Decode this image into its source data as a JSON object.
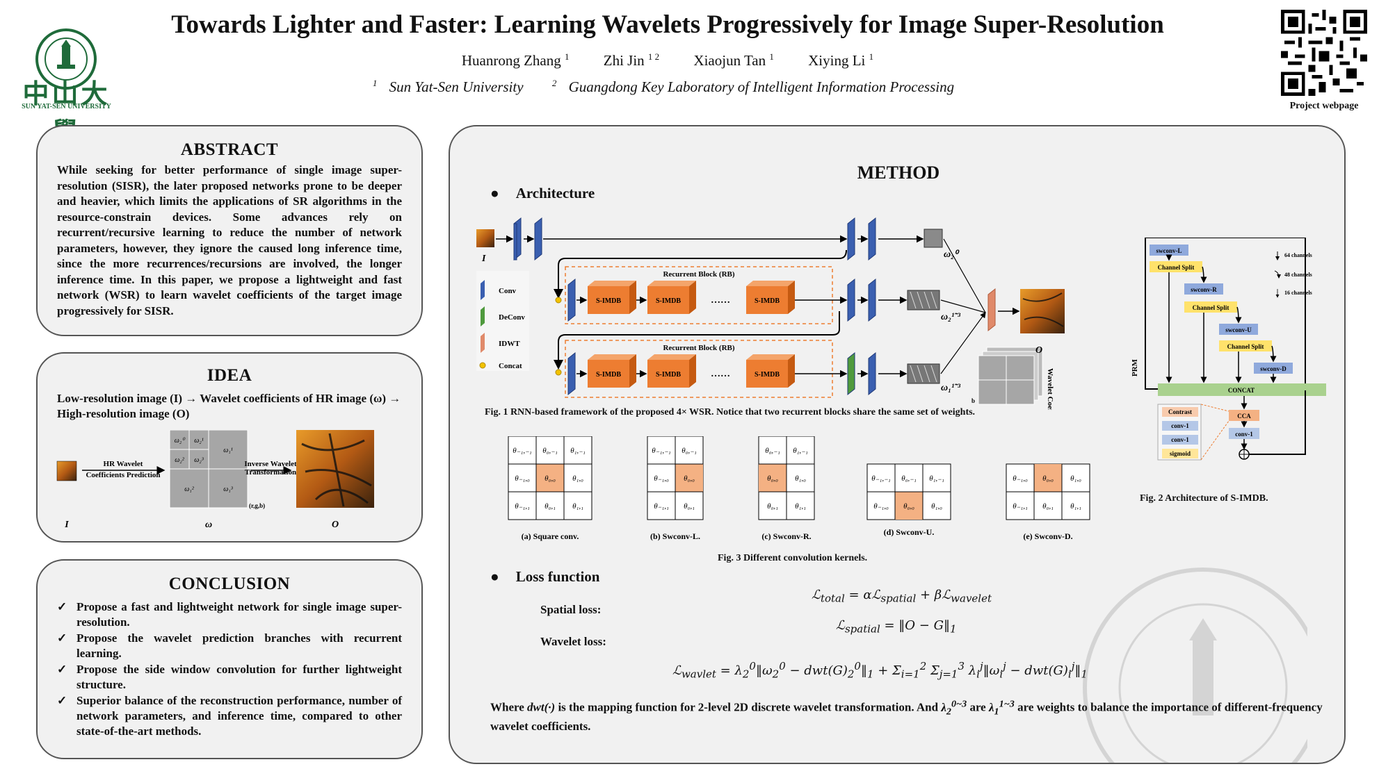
{
  "header": {
    "logo_text": "中山大學",
    "logo_sub": "SUN YAT-SEN UNIVERSITY",
    "title": "Towards Lighter and Faster: Learning Wavelets Progressively for Image Super-Resolution",
    "authors": [
      {
        "name": "Huanrong Zhang",
        "sup": "1"
      },
      {
        "name": "Zhi Jin",
        "sup": "1 2"
      },
      {
        "name": "Xiaojun Tan",
        "sup": "1"
      },
      {
        "name": "Xiying Li",
        "sup": "1"
      }
    ],
    "affiliations": [
      {
        "sup": "1",
        "name": "Sun Yat-Sen University"
      },
      {
        "sup": "2",
        "name": "Guangdong Key Laboratory of Intelligent Information Processing"
      }
    ],
    "qr_label": "Project webpage"
  },
  "abstract": {
    "heading": "ABSTRACT",
    "text": "While seeking for better performance of single image super-resolution (SISR), the later proposed networks prone to be deeper and heavier, which limits the applications of SR algorithms in the resource-constrain devices. Some advances rely on recurrent/recursive learning to reduce the number of network parameters, however, they ignore the caused long inference time, since the more recurrences/recursions are involved, the longer inference time. In this paper, we propose a lightweight and fast network (WSR) to learn wavelet coefficients of the target image progressively for SISR."
  },
  "idea": {
    "heading": "IDEA",
    "text": "Low-resolution image (I) → Wavelet coefficients of HR image (ω) → High-resolution image (O)",
    "arrow1": "HR Wavelet Coefficients Prediction",
    "arrow1_a": "HR Wavelet",
    "arrow1_b": "Coefficients Prediction",
    "arrow2_a": "Inverse Wavelet",
    "arrow2_b": "Transformation",
    "rgb": "(r,g,b)",
    "label_I": "I",
    "label_w": "ω",
    "label_O": "O"
  },
  "conclusion": {
    "heading": "CONCLUSION",
    "items": [
      "Propose a fast and lightweight network for single image super-resolution.",
      "Propose the wavelet prediction branches with recurrent learning.",
      "Propose the side window convolution for further lightweight structure.",
      "Superior balance of the reconstruction performance, number of network parameters, and inference time, compared to other state-of-the-art methods."
    ]
  },
  "method": {
    "heading": "METHOD",
    "architecture_heading": "Architecture",
    "loss_heading": "Loss function",
    "rb_label": "Recurrent Block (RB)",
    "simdb": "S-IMDB",
    "legend": [
      "Conv",
      "DeConv",
      "IDWT",
      "Concat"
    ],
    "wavelet_coeff_label": "Wavelet Coefficients",
    "fig1_caption": "Fig. 1  RNN-based framework of the proposed 4× WSR. Notice that two recurrent blocks share the same set of weights.",
    "fig2_caption": "Fig. 2  Architecture of S-IMDB.",
    "fig3_caption": "Fig. 3  Different convolution kernels.",
    "kernels": [
      {
        "label": "(a) Square conv."
      },
      {
        "label": "(b) Swconv-L."
      },
      {
        "label": "(c) Swconv-R."
      },
      {
        "label": "(d) Swconv-U."
      },
      {
        "label": "(e) Swconv-D."
      }
    ],
    "simdb_fig": {
      "swconv_l": "swconv-L",
      "swconv_r": "swconv-R",
      "swconv_u": "swconv-U",
      "swconv_d": "swconv-D",
      "channel_split": "Channel Split",
      "concat": "CONCAT",
      "cca": "CCA",
      "conv1": "conv-1",
      "contrast": "Contrast",
      "sigmoid": "sigmoid",
      "prm": "PRM",
      "ch64": "64 channels",
      "ch48": "48 channels",
      "ch16": "16 channels"
    },
    "spatial_loss_label": "Spatial loss:",
    "wavelet_loss_label": "Wavelet loss:",
    "where_text": "Where dwt(·) is the mapping function for 2-level 2D discrete wavelet transformation. And λ₂^(0~3) are λ₁^(1~3) are weights to balance the importance of different-frequency wavelet coefficients.",
    "where_a": "Where ",
    "where_b": "dwt(·)",
    "where_c": " is the mapping function for 2-level 2D discrete wavelet transformation. And ",
    "where_d": " are ",
    "where_e": " are weights to balance the importance of different-frequency wavelet coefficients."
  },
  "colors": {
    "conv": "#3a5fb0",
    "deconv": "#4f9a3d",
    "idwt": "#e08a6a",
    "simdb": "#ed7d31",
    "concat_dot": "#f2c200",
    "dashed": "#ed7d31",
    "logo_green": "#1f6b3a"
  }
}
